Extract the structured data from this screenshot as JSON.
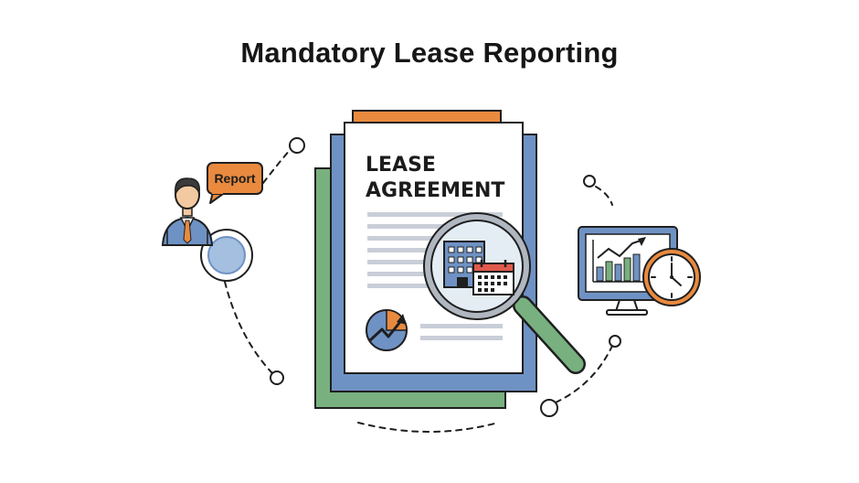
{
  "title": "Mandatory Lease Reporting",
  "document": {
    "heading_line1": "LEASE",
    "heading_line2": "AGREEMENT"
  },
  "speech_bubble": {
    "label": "Report"
  },
  "colors": {
    "orange": "#e98a3f",
    "blue": "#6f92c4",
    "green": "#78b07f",
    "outline": "#1f1f1f"
  },
  "icons": [
    "person-icon",
    "speech-bubble-icon",
    "document-stack-icon",
    "magnifier-icon",
    "building-icon",
    "calendar-icon",
    "growth-chart-icon",
    "monitor-chart-icon",
    "clock-icon"
  ]
}
